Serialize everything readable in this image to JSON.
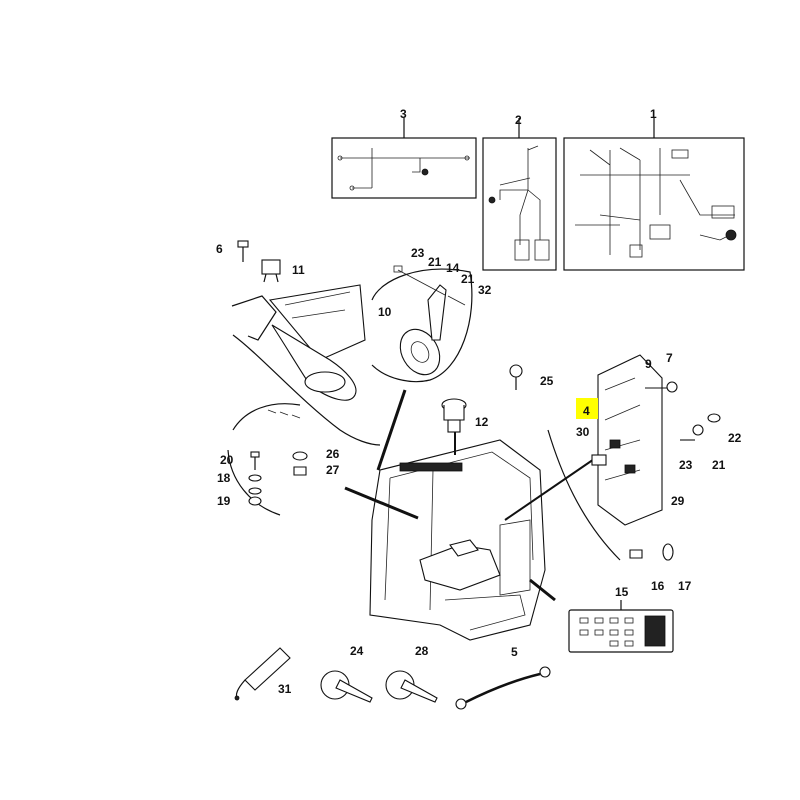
{
  "diagram": {
    "highlight_color": "#ffff00",
    "callouts": {
      "c1": "1",
      "c2": "2",
      "c3": "3",
      "c4": "4",
      "c5": "5",
      "c6": "6",
      "c7": "7",
      "c9": "9",
      "c10": "10",
      "c11": "11",
      "c12": "12",
      "c14": "14",
      "c15": "15",
      "c16": "16",
      "c17": "17",
      "c18": "18",
      "c19": "19",
      "c20": "20",
      "c21a": "21",
      "c21b": "21",
      "c21c": "21",
      "c22": "22",
      "c23a": "23",
      "c23b": "23",
      "c24": "24",
      "c25": "25",
      "c26": "26",
      "c27": "27",
      "c28": "28",
      "c29": "29",
      "c30": "30",
      "c31": "31",
      "c32": "32"
    }
  }
}
